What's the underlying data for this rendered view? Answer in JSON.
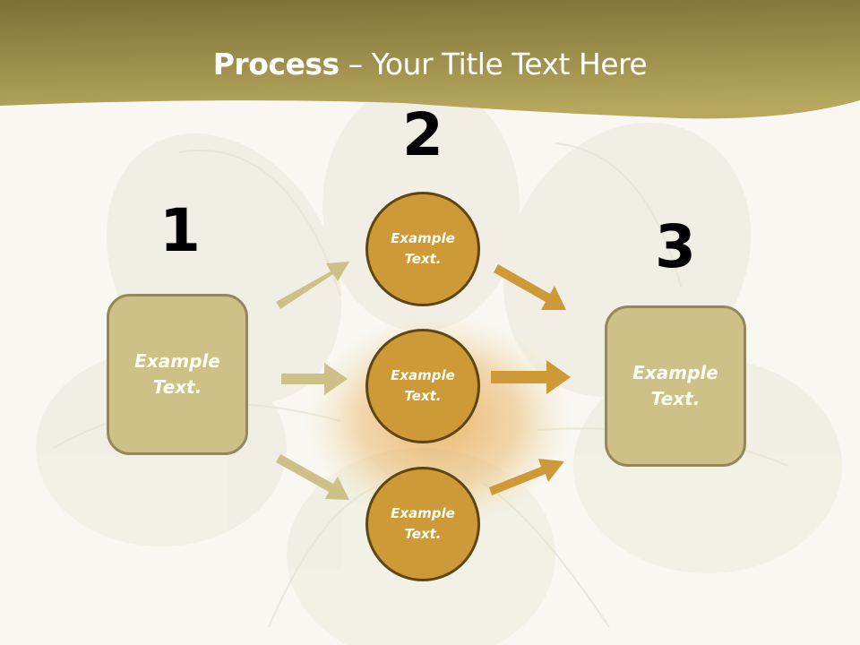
{
  "slide": {
    "title_bold": "Process",
    "title_rest": " – Your Title Text Here",
    "colors": {
      "header_dark": "#7c7037",
      "header_light": "#b7a85d",
      "box_fill": "#cdc188",
      "box_border": "#948759",
      "circle_fill": "#cd9a37",
      "circle_border": "#5e4614",
      "arrow_left": "#cdc188",
      "arrow_right": "#cd9a37"
    }
  },
  "steps": {
    "n1": "1",
    "n2": "2",
    "n3": "3"
  },
  "left_box": {
    "line1": "Example",
    "line2": "Text."
  },
  "right_box": {
    "line1": "Example",
    "line2": "Text."
  },
  "circles": [
    {
      "line1": "Example",
      "line2": "Text."
    },
    {
      "line1": "Example",
      "line2": "Text."
    },
    {
      "line1": "Example",
      "line2": "Text."
    }
  ]
}
